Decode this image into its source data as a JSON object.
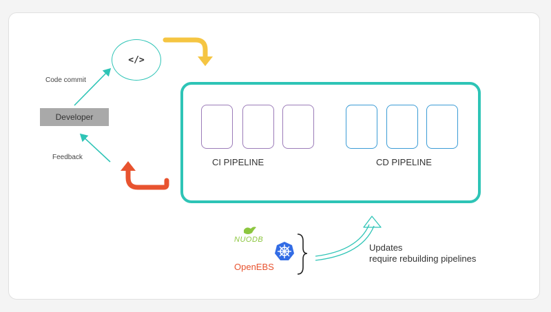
{
  "developer_label": "Developer",
  "code_symbol": "</>",
  "code_commit_label": "Code commit",
  "feedback_label": "Feedback",
  "ci_label": "CI PIPELINE",
  "cd_label": "CD PIPELINE",
  "updates_line1": "Updates",
  "updates_line2": "require rebuilding pipelines",
  "logos": {
    "nuodb": "NUODB",
    "openebs": "OpenEBS",
    "kubernetes_icon": "kubernetes-helm-wheel"
  },
  "colors": {
    "teal": "#2ec4b6",
    "ci_purple": "#9b7bb8",
    "cd_blue": "#3a9bd5",
    "arrow_yellow": "#f5c542",
    "arrow_red": "#e8532f",
    "nuodb_green": "#8cc63f",
    "openebs_orange": "#e8532f",
    "k8s_blue": "#326ce5"
  }
}
